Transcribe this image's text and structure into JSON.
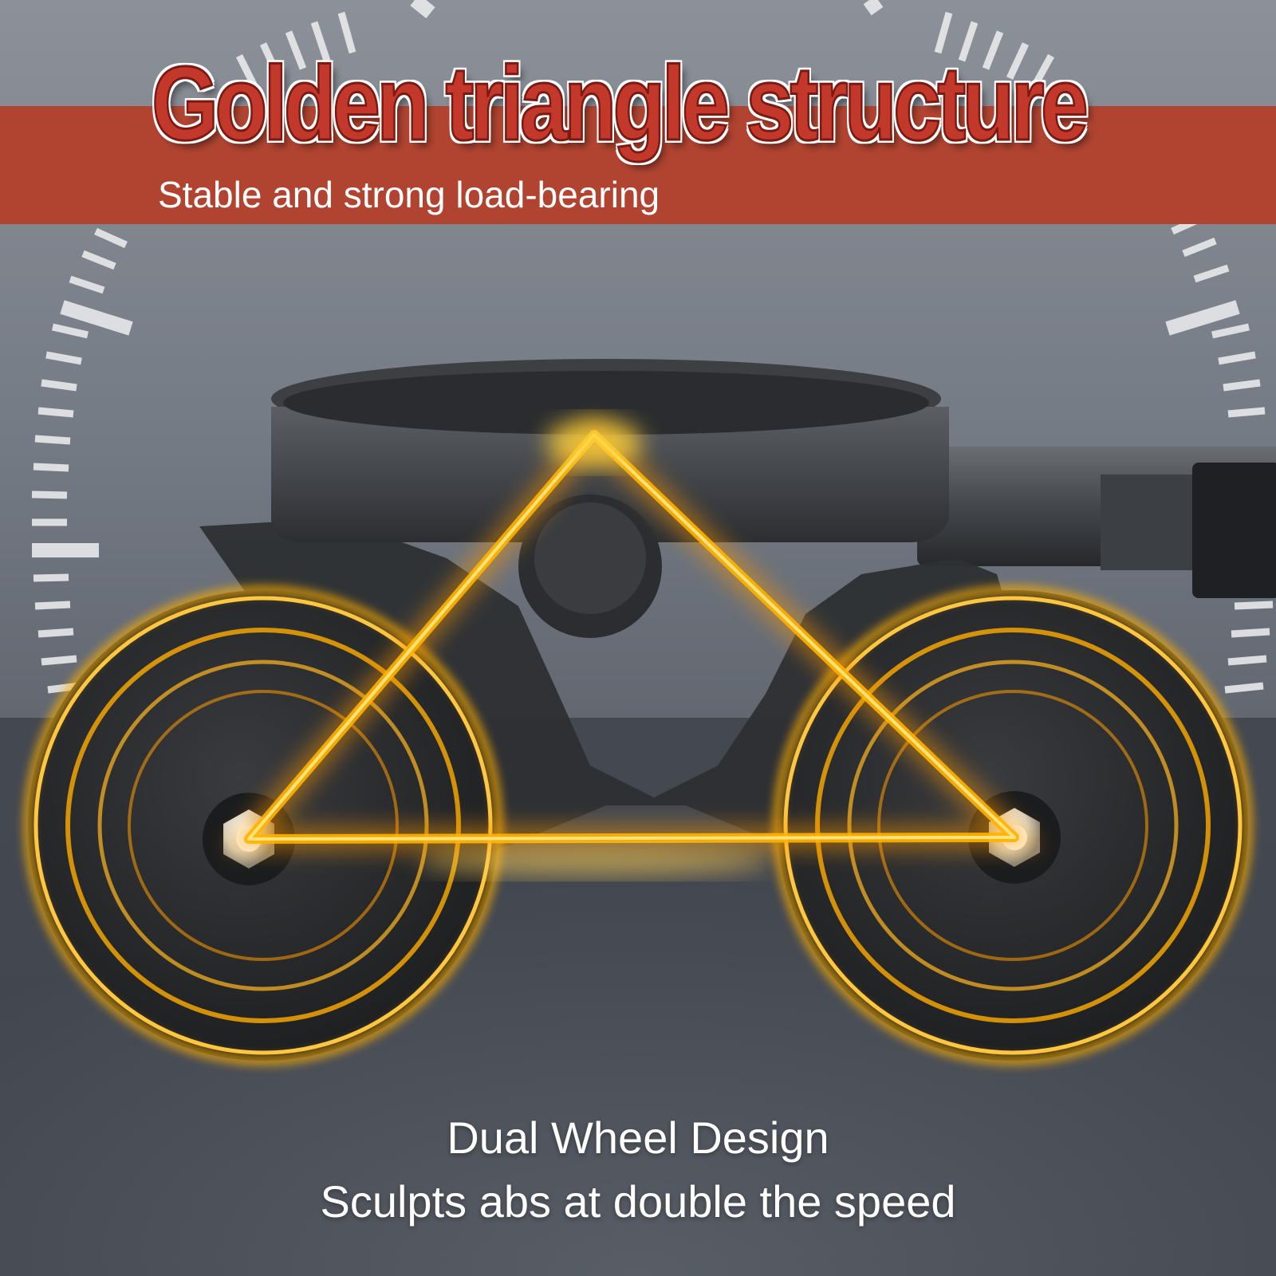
{
  "header": {
    "title": "Golden triangle structure",
    "subtitle": "Stable and strong load-bearing"
  },
  "captions": {
    "line1": "Dual Wheel Design",
    "line2": "Sculpts abs at double the speed"
  },
  "colors": {
    "banner": "#b04431",
    "title_fill": "#c2382a",
    "glow": "#ffb200",
    "background": "#6f747d"
  }
}
